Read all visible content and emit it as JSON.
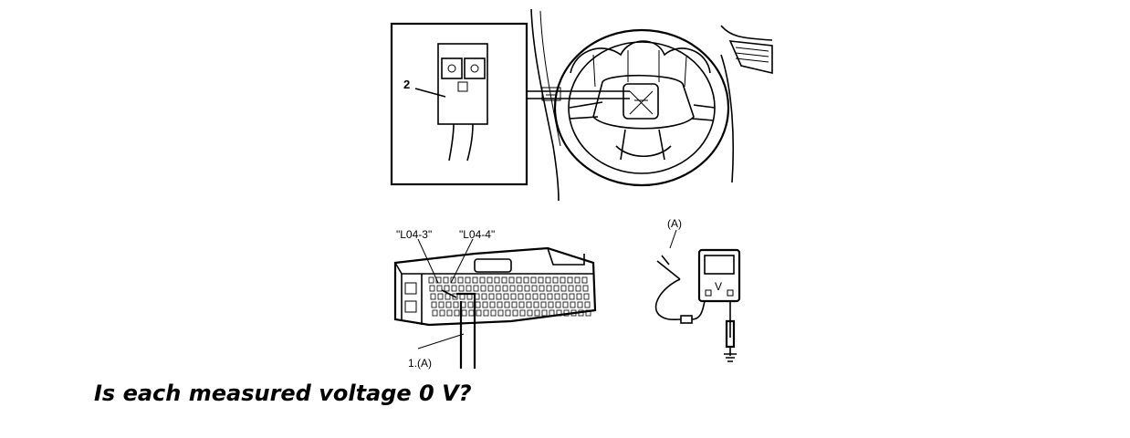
{
  "diagram": {
    "switch_callout_label": "2",
    "terminal_label_1": "\"L04-3\"",
    "terminal_label_2": "\"L04-4\"",
    "probe_label": "1.(A)",
    "meter_probe_label": "(A)",
    "meter_display_letter": "V"
  },
  "question": "Is each measured voltage 0 V?"
}
